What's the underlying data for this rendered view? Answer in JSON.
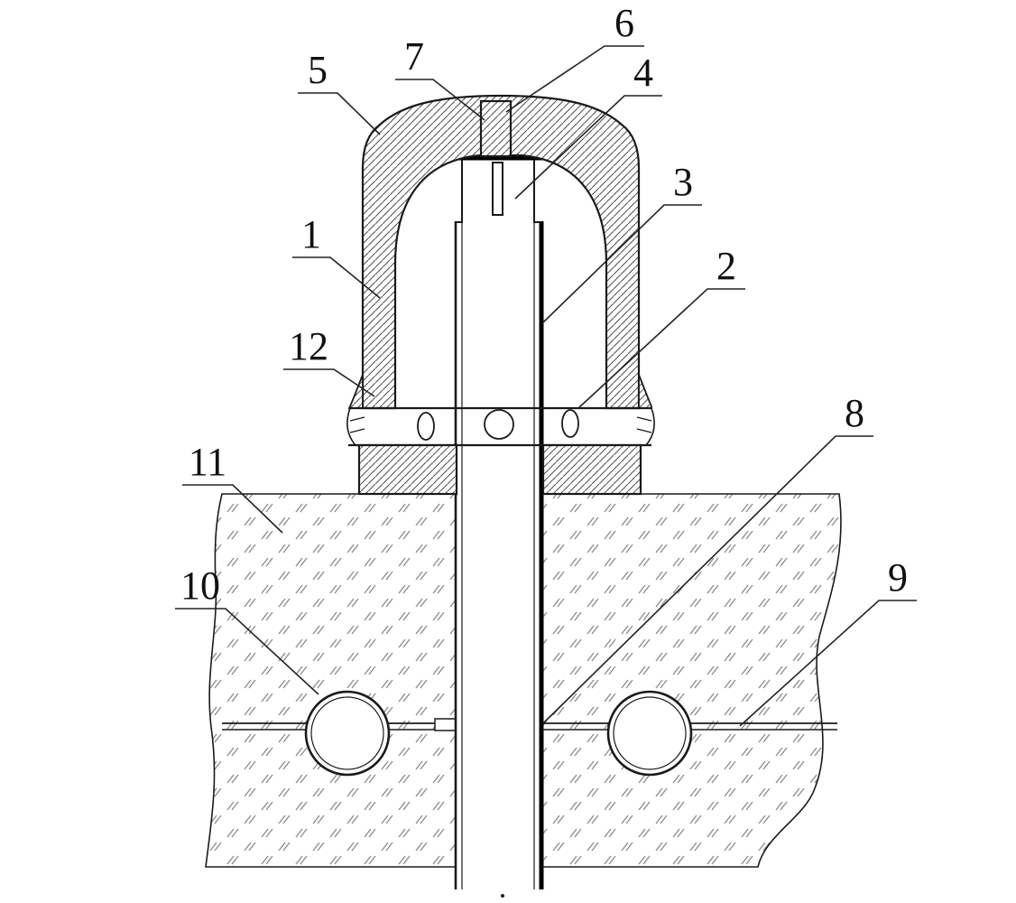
{
  "figure": {
    "type": "patent-sectional-drawing",
    "description": "cross-section of capped wellhead device set into hatched ground with two buried pipes",
    "background_color": "#ffffff",
    "line_color": "#1a1a1a",
    "hatch_color": "#555555",
    "ground_mark_color": "#8a8a8a",
    "bottom_mark": "."
  },
  "callouts": {
    "part1": "1",
    "part2": "2",
    "part3": "3",
    "part4": "4",
    "part5": "5",
    "part6": "6",
    "part7": "7",
    "part8": "8",
    "part9": "9",
    "part10": "10",
    "part11": "11",
    "part12": "12"
  }
}
